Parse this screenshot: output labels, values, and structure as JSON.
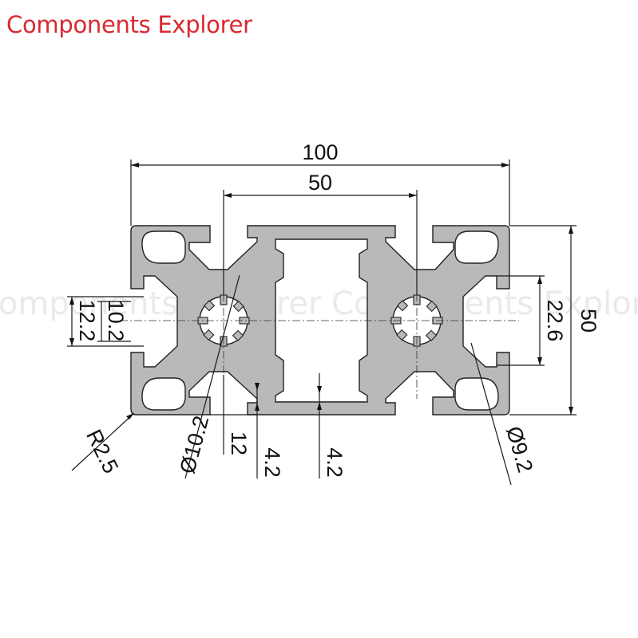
{
  "brand": {
    "text": "Components Explorer",
    "color": "#d9282f"
  },
  "watermark": {
    "text": "Components Explorer Components Explorer"
  },
  "colors": {
    "profile_fill": "#b9b9b9",
    "outline": "#222222",
    "background": "#ffffff"
  },
  "dimensions": {
    "overall_width": "100",
    "slot_spacing": "50",
    "height": "50",
    "slot_inner": "22.6",
    "slot_opening": "10.2",
    "slot_depth": "12.2",
    "corner_radius": "R2.5",
    "center_bore": "Ø10.2",
    "corner_bore": "Ø9.2",
    "slot_height": "12",
    "wall_a": "4.2",
    "wall_b": "4.2"
  }
}
